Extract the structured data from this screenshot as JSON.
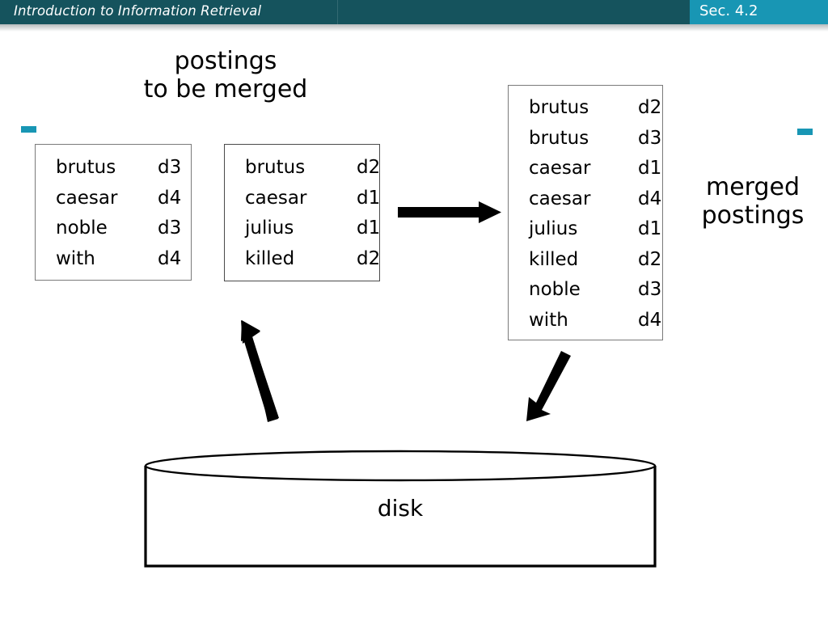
{
  "header": {
    "title": "Introduction to Information Retrieval",
    "section_label": "Sec. 4.2",
    "bar_color": "#15535d",
    "section_color": "#1896b4",
    "title_color": "#ffffff"
  },
  "accents": {
    "tick_color": "#1896b4"
  },
  "captions": {
    "postings_to_be_merged": "postings\nto be merged",
    "merged_postings": "merged\npostings",
    "disk": "disk"
  },
  "posting_lists": [
    {
      "id": "posting-box-1",
      "name": "postings-box-left",
      "rows": [
        {
          "term": "brutus",
          "docid": "d3"
        },
        {
          "term": "caesar",
          "docid": "d4"
        },
        {
          "term": "noble",
          "docid": "d3"
        },
        {
          "term": "with",
          "docid": "d4"
        }
      ]
    },
    {
      "id": "posting-box-2",
      "name": "postings-box-right",
      "rows": [
        {
          "term": "brutus",
          "docid": "d2"
        },
        {
          "term": "caesar",
          "docid": "d1"
        },
        {
          "term": "julius",
          "docid": "d1"
        },
        {
          "term": "killed",
          "docid": "d2"
        }
      ]
    },
    {
      "id": "posting-box-merged",
      "name": "postings-box-merged",
      "rows": [
        {
          "term": "brutus",
          "docid": "d2"
        },
        {
          "term": "brutus",
          "docid": "d3"
        },
        {
          "term": "caesar",
          "docid": "d1"
        },
        {
          "term": "caesar",
          "docid": "d4"
        },
        {
          "term": "julius",
          "docid": "d1"
        },
        {
          "term": "killed",
          "docid": "d2"
        },
        {
          "term": "noble",
          "docid": "d3"
        },
        {
          "term": "with",
          "docid": "d4"
        }
      ]
    }
  ],
  "arrows": [
    {
      "name": "merge-arrow-right",
      "direction": "right"
    },
    {
      "name": "read-from-disk-arrow",
      "direction": "up-left"
    },
    {
      "name": "write-to-disk-arrow",
      "direction": "down-left"
    }
  ]
}
